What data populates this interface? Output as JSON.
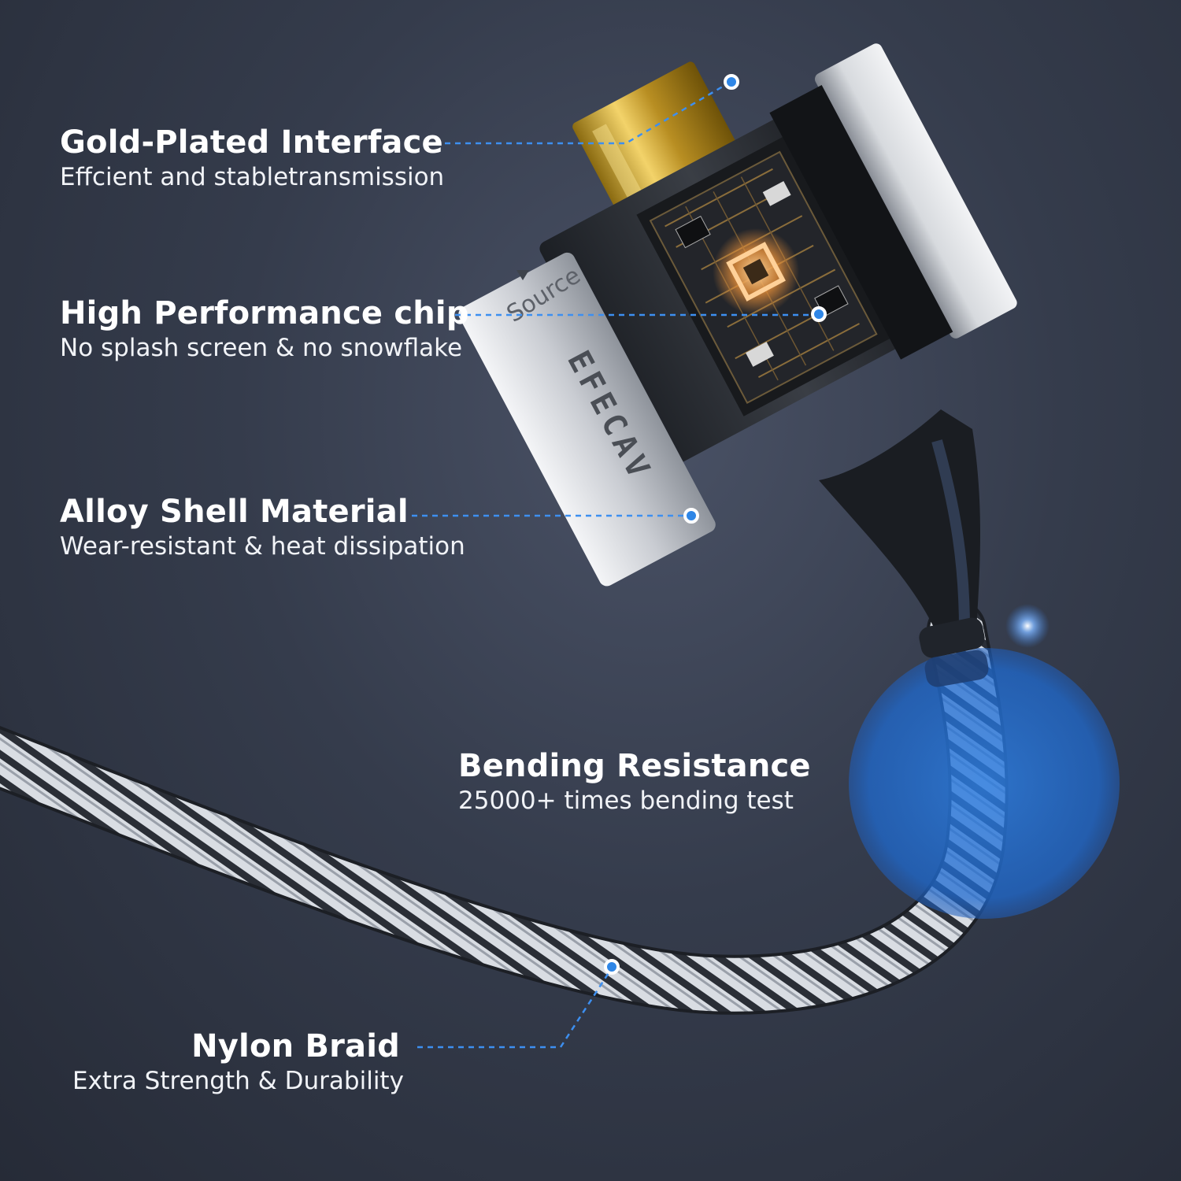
{
  "colors": {
    "background": "#2f3543",
    "accent_blue": "#2f86e6",
    "leader_line": "#3d8ff0",
    "text": "#ffffff"
  },
  "product": {
    "brand_text": "EFECAV",
    "port_label": "Source"
  },
  "features": [
    {
      "title": "Gold-Plated Interface",
      "description": "Effcient and stabletransmission"
    },
    {
      "title": "High Performance chip",
      "description": "No splash screen & no snowflake"
    },
    {
      "title": "Alloy Shell Material",
      "description": "Wear-resistant & heat dissipation"
    },
    {
      "title": "Bending Resistance",
      "description": "25000+ times bending test"
    },
    {
      "title": "Nylon Braid",
      "description": "Extra Strength & Durability"
    }
  ]
}
